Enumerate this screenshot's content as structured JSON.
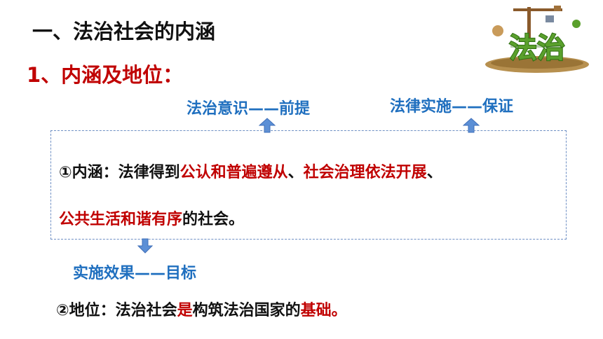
{
  "heading": "一、法治社会的内涵",
  "subheading": "1、内涵及地位：",
  "labels": {
    "premise": "法治意识——前提",
    "guarantee": "法律实施——保证",
    "goal": "实施效果——目标"
  },
  "content": {
    "line1": {
      "prefix": "①内涵：法律得到",
      "em1": "公认和普遍遵从",
      "mid": "、",
      "em2": "社会治理依法开展",
      "suffix": "、"
    },
    "line2": {
      "em1": "公共生活和谐有序",
      "suffix": "的社会。"
    },
    "line3": {
      "prefix": "②地位：法治社会",
      "em1": "是",
      "mid": "构筑法治国家的",
      "em2": "基础。"
    }
  },
  "logo": {
    "text": "法治",
    "colors": {
      "letters": "#5aa02c",
      "outline": "#2f6f12",
      "soil": "#b7904f"
    }
  },
  "colors": {
    "accent_red": "#c00000",
    "accent_blue": "#1f6fbf",
    "arrow": "#5b8fd6"
  }
}
